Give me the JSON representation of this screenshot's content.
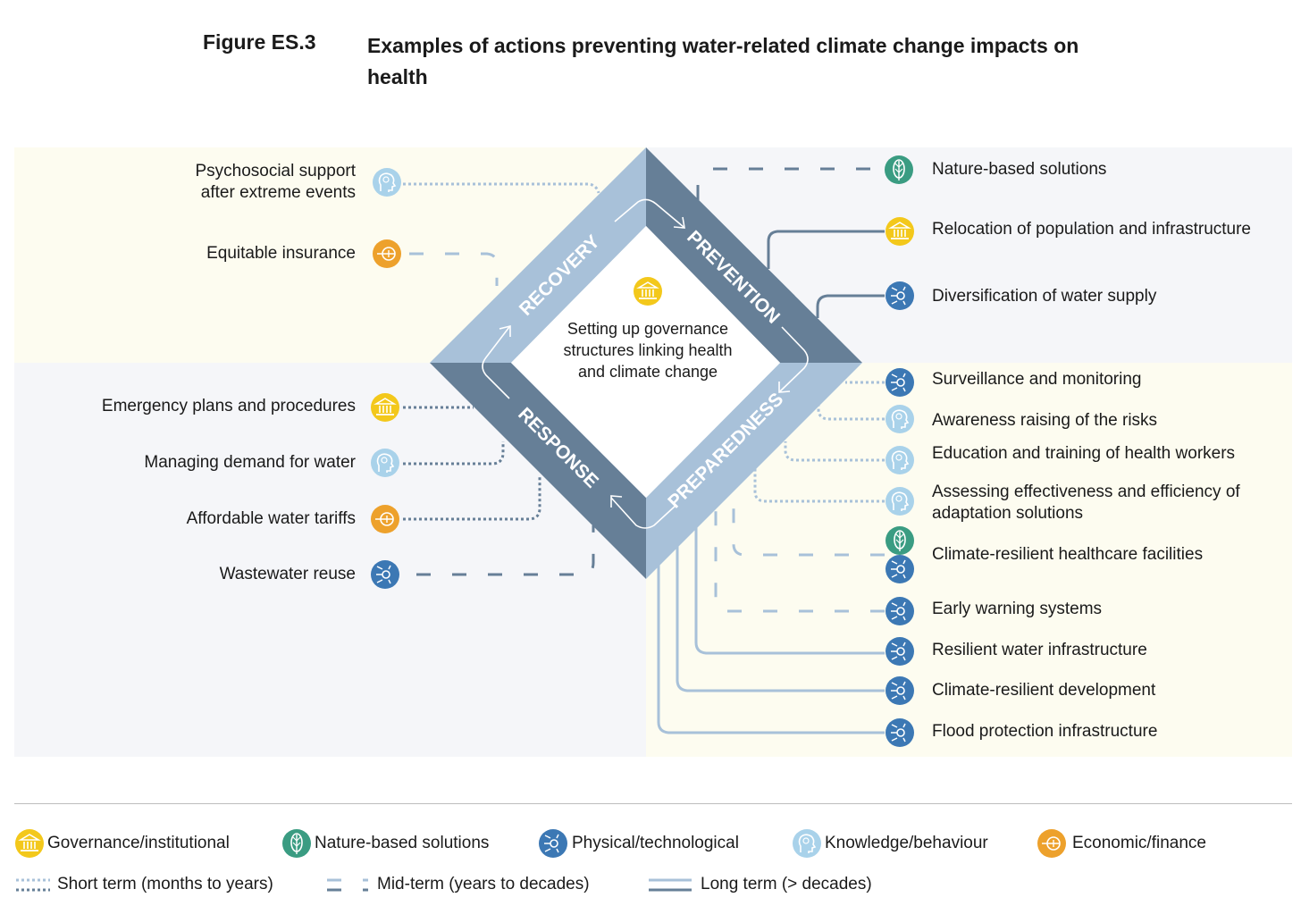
{
  "figure": {
    "label": "Figure ES.3",
    "title": "Examples of actions preventing water-related climate change impacts on health"
  },
  "center_text": "Setting up governance structures linking health and climate change",
  "center_icon": "governance-icon",
  "phases": [
    "RECOVERY",
    "PREVENTION",
    "PREPAREDNESS",
    "RESPONSE"
  ],
  "colors": {
    "governance": "#f3c81b",
    "nature": "#3a9c82",
    "physical": "#3c78b4",
    "knowledge": "#a9d2ea",
    "economic": "#eda12c",
    "diamond_light": "#a8c1d9",
    "diamond_dark": "#667f97",
    "bg_yellow": "#fdfcf0",
    "bg_grey": "#f5f6f9"
  },
  "actions_left": [
    {
      "label": "Psychosocial support after extreme events",
      "category": "knowledge",
      "term": "short"
    },
    {
      "label": "Equitable insurance",
      "category": "economic",
      "term": "mid"
    },
    {
      "label": "Emergency plans and procedures",
      "category": "governance",
      "term": "short"
    },
    {
      "label": "Managing demand for water",
      "category": "knowledge",
      "term": "short"
    },
    {
      "label": "Affordable water tariffs",
      "category": "economic",
      "term": "short"
    },
    {
      "label": "Wastewater reuse",
      "category": "physical",
      "term": "mid"
    }
  ],
  "actions_right": [
    {
      "label": "Nature-based solutions",
      "category": "nature",
      "term": "mid"
    },
    {
      "label": "Relocation of population and infrastructure",
      "category": "governance",
      "term": "long"
    },
    {
      "label": "Diversification of water supply",
      "category": "physical",
      "term": "long"
    },
    {
      "label": "Surveillance and monitoring",
      "category": "physical",
      "term": "short"
    },
    {
      "label": "Awareness raising of the risks",
      "category": "knowledge",
      "term": "short"
    },
    {
      "label": "Education and training of health workers",
      "category": "knowledge",
      "term": "short"
    },
    {
      "label": "Assessing effectiveness and efficiency of adaptation solutions",
      "category": "knowledge",
      "term": "short"
    },
    {
      "label": "Climate-resilient healthcare facilities",
      "category": "nature+physical",
      "term": "mid"
    },
    {
      "label": "Early warning systems",
      "category": "physical",
      "term": "mid"
    },
    {
      "label": "Resilient water infrastructure",
      "category": "physical",
      "term": "long"
    },
    {
      "label": "Climate-resilient development",
      "category": "physical",
      "term": "long"
    },
    {
      "label": "Flood protection infrastructure",
      "category": "physical",
      "term": "long"
    }
  ],
  "legend": {
    "categories": [
      {
        "key": "governance",
        "label": "Governance/institutional",
        "icon": "governance-icon"
      },
      {
        "key": "nature",
        "label": "Nature-based solutions",
        "icon": "leaf-icon"
      },
      {
        "key": "physical",
        "label": "Physical/technological",
        "icon": "gear-icon"
      },
      {
        "key": "knowledge",
        "label": "Knowledge/behaviour",
        "icon": "head-icon"
      },
      {
        "key": "economic",
        "label": "Economic/finance",
        "icon": "coin-icon"
      }
    ],
    "terms": [
      {
        "key": "short",
        "label": "Short term (months to years)"
      },
      {
        "key": "mid",
        "label": "Mid-term (years to decades)"
      },
      {
        "key": "long",
        "label": "Long term (> decades)"
      }
    ]
  }
}
